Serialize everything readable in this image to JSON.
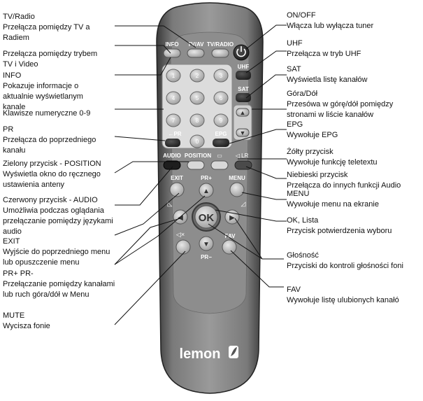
{
  "labels_left": [
    {
      "id": "tv-radio",
      "lines": [
        "TV/Radio",
        "Przełącza pomiędzy TV a",
        "Radiem"
      ]
    },
    {
      "id": "tv-av",
      "lines": [
        "Przełącza pomiędzy trybem",
        "TV i Video"
      ]
    },
    {
      "id": "info",
      "lines": [
        "INFO",
        "Pokazuje informacje o",
        "aktualnie wyświetlanym",
        "kanale"
      ]
    },
    {
      "id": "numeric",
      "lines": [
        "Klawisze numeryczne 0-9"
      ]
    },
    {
      "id": "pr-back",
      "lines": [
        "PR",
        "Przełącza do poprzedniego",
        "kanału"
      ]
    },
    {
      "id": "green",
      "lines": [
        "Zielony przycisk - POSITION",
        "Wyświetla okno do ręcznego",
        "ustawienia anteny"
      ]
    },
    {
      "id": "red",
      "lines": [
        "Czerwony przycisk - AUDIO",
        "Umożliwia podczas oglądania",
        "przełączanie pomiędzy językami",
        "audio"
      ]
    },
    {
      "id": "exit",
      "lines": [
        "EXIT",
        "Wyjście do poprzedniego menu",
        "lub opuszczenie menu"
      ]
    },
    {
      "id": "pr-plus-minus",
      "lines": [
        "PR+ PR-",
        "Przełączanie pomiędzy kanałami",
        "lub ruch góra/dół w Menu"
      ]
    },
    {
      "id": "mute",
      "lines": [
        "MUTE",
        "Wycisza fonie"
      ]
    }
  ],
  "labels_right": [
    {
      "id": "on-off",
      "lines": [
        "ON/OFF",
        "Włącza lub wyłącza tuner"
      ]
    },
    {
      "id": "uhf",
      "lines": [
        "UHF",
        "Przełącza w tryb UHF"
      ]
    },
    {
      "id": "sat",
      "lines": [
        "SAT",
        "Wyświetla listę kanałów"
      ]
    },
    {
      "id": "up-down",
      "lines": [
        "Góra/Dół",
        "Przesówa w górę/dół pomiędzy",
        "stronami w liście kanałów"
      ]
    },
    {
      "id": "epg",
      "lines": [
        "EPG",
        "Wywołuje EPG"
      ]
    },
    {
      "id": "yellow",
      "lines": [
        "Żółty przycisk",
        "Wywołuje funkcję teletextu"
      ]
    },
    {
      "id": "blue",
      "lines": [
        "Niebieski przycisk",
        "Przełącza do innych funkcji Audio"
      ]
    },
    {
      "id": "menu",
      "lines": [
        "MENU",
        "Wywołuje menu na ekranie"
      ]
    },
    {
      "id": "ok",
      "lines": [
        "OK, Lista",
        "Przycisk potwierdzenia wyboru"
      ]
    },
    {
      "id": "volume",
      "lines": [
        "Głośność",
        "Przyciski do kontroli głośności foni"
      ]
    },
    {
      "id": "fav",
      "lines": [
        "FAV",
        "Wywołuje listę ulubionych kanałó"
      ]
    }
  ],
  "remote": {
    "top_buttons": [
      "INFO",
      "TV/AV",
      "TV/RADIO"
    ],
    "side_buttons": [
      "UHF",
      "SAT"
    ],
    "digits": [
      "1",
      "2",
      "3",
      "4",
      "5",
      "6",
      "7",
      "8",
      "9",
      "0"
    ],
    "pr_back": "←PR",
    "epg": "EPG",
    "audio": "AUDIO",
    "position": "POSITION",
    "exit": "EXIT",
    "menu": "MENU",
    "pr_plus": "PR+",
    "pr_minus": "PR−",
    "ok": "OK",
    "fav": "FAV",
    "brand": "lemon"
  }
}
